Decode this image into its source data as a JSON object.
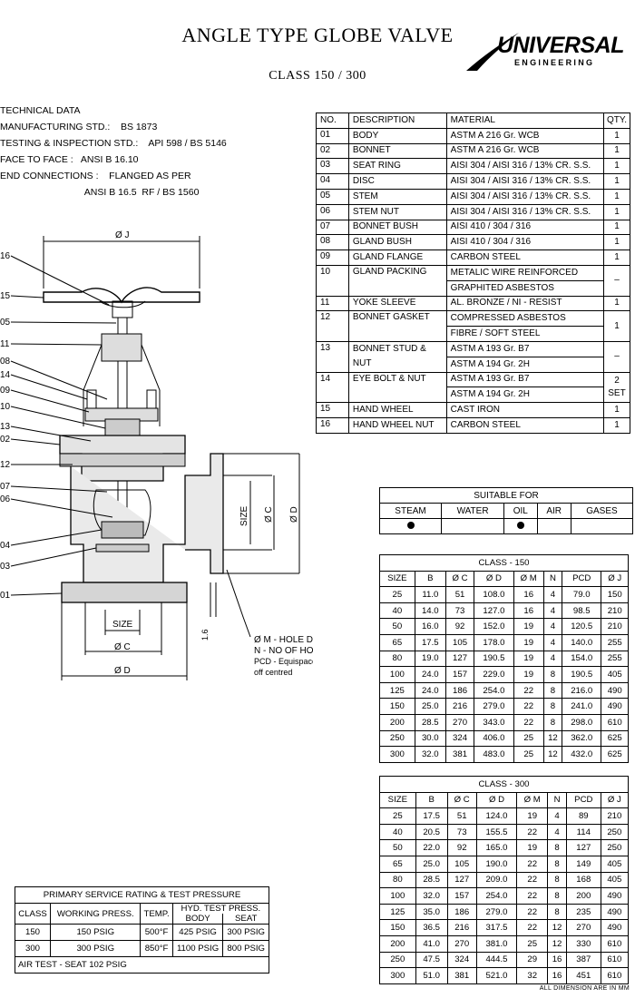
{
  "header": {
    "title": "ANGLE TYPE GLOBE VALVE",
    "subtitle": "CLASS   150  /  300",
    "logo_name": "UNIVERSAL",
    "logo_sub": "ENGINEERING"
  },
  "tech": {
    "heading": "TECHNICAL DATA",
    "lines": [
      "MANUFACTURING STD.:    BS 1873",
      "TESTING & INSPECTION STD.:    API 598 / BS 5146",
      "FACE TO FACE :   ANSI B 16.10",
      "END CONNECTIONS :    FLANGED AS PER",
      "                                ANSI B 16.5  RF / BS 1560"
    ]
  },
  "drawing": {
    "labels": {
      "oj": "Ø J",
      "size_right": "SIZE",
      "oc_right": "Ø C",
      "od_right": "Ø D",
      "size_bottom": "SIZE",
      "oc_bottom": "Ø C",
      "od_bottom": "Ø D",
      "b": "1.6",
      "hole1": "Ø M - HOLE DIA.",
      "hole2": "N - NO OF HOLE",
      "hole3": "PCD - Equispaced",
      "hole4": "off centred"
    },
    "callouts": [
      "16",
      "15",
      "05",
      "11",
      "08",
      "14",
      "09",
      "10",
      "13",
      "02",
      "12",
      "07",
      "06",
      "04",
      "03",
      "01"
    ]
  },
  "bom": {
    "headers": [
      "NO.",
      "DESCRIPTION",
      "MATERIAL",
      "QTY."
    ],
    "rows": [
      {
        "no": "01",
        "desc": [
          "BODY"
        ],
        "mat": [
          "ASTM A 216  Gr. WCB"
        ],
        "qty": "1"
      },
      {
        "no": "02",
        "desc": [
          "BONNET"
        ],
        "mat": [
          "ASTM A 216  Gr. WCB"
        ],
        "qty": "1"
      },
      {
        "no": "03",
        "desc": [
          "SEAT RING"
        ],
        "mat": [
          "AISI 304 / AISI 316 / 13% CR. S.S."
        ],
        "qty": "1"
      },
      {
        "no": "04",
        "desc": [
          "DISC"
        ],
        "mat": [
          "AISI 304 / AISI 316 / 13% CR. S.S."
        ],
        "qty": "1"
      },
      {
        "no": "05",
        "desc": [
          "STEM"
        ],
        "mat": [
          "AISI 304 / AISI 316 / 13% CR. S.S."
        ],
        "qty": "1"
      },
      {
        "no": "06",
        "desc": [
          "STEM NUT"
        ],
        "mat": [
          "AISI 304 / AISI 316 / 13% CR. S.S."
        ],
        "qty": "1"
      },
      {
        "no": "07",
        "desc": [
          "BONNET BUSH"
        ],
        "mat": [
          "AISI 410 / 304 / 316"
        ],
        "qty": "1"
      },
      {
        "no": "08",
        "desc": [
          "GLAND BUSH"
        ],
        "mat": [
          "AISI 410 / 304 / 316"
        ],
        "qty": "1"
      },
      {
        "no": "09",
        "desc": [
          "GLAND FLANGE"
        ],
        "mat": [
          "CARBON STEEL"
        ],
        "qty": "1"
      },
      {
        "no": "10",
        "desc": [
          "GLAND PACKING"
        ],
        "mat": [
          "METALIC WIRE REINFORCED",
          "GRAPHITED ASBESTOS"
        ],
        "qty": "–"
      },
      {
        "no": "11",
        "desc": [
          "YOKE SLEEVE"
        ],
        "mat": [
          "AL. BRONZE / NI - RESIST"
        ],
        "qty": "1"
      },
      {
        "no": "12",
        "desc": [
          "BONNET GASKET"
        ],
        "mat": [
          "COMPRESSED ASBESTOS",
          "FIBRE / SOFT STEEL"
        ],
        "qty": "1"
      },
      {
        "no": "13",
        "desc": [
          "BONNET STUD &",
          "NUT"
        ],
        "mat": [
          "ASTM A 193  Gr. B7",
          "ASTM A 194  Gr. 2H"
        ],
        "qty": "–"
      },
      {
        "no": "14",
        "desc": [
          "EYE BOLT & NUT"
        ],
        "mat": [
          "ASTM A 193  Gr. B7",
          "ASTM A 194  Gr. 2H"
        ],
        "qty": "2 SET"
      },
      {
        "no": "15",
        "desc": [
          "HAND WHEEL"
        ],
        "mat": [
          "CAST IRON"
        ],
        "qty": "1"
      },
      {
        "no": "16",
        "desc": [
          "HAND WHEEL NUT"
        ],
        "mat": [
          "CARBON STEEL"
        ],
        "qty": "1"
      }
    ]
  },
  "service": {
    "title": "SUITABLE FOR",
    "headers": [
      "STEAM",
      "WATER",
      "OIL",
      "AIR",
      "GASES"
    ],
    "marks": [
      true,
      false,
      true,
      false,
      false
    ]
  },
  "class150": {
    "title": "CLASS - 150",
    "headers": [
      "SIZE",
      "B",
      "Ø C",
      "Ø D",
      "Ø M",
      "N",
      "PCD",
      "Ø J"
    ],
    "rows": [
      [
        "25",
        "11.0",
        "51",
        "108.0",
        "16",
        "4",
        "79.0",
        "150"
      ],
      [
        "40",
        "14.0",
        "73",
        "127.0",
        "16",
        "4",
        "98.5",
        "210"
      ],
      [
        "50",
        "16.0",
        "92",
        "152.0",
        "19",
        "4",
        "120.5",
        "210"
      ],
      [
        "65",
        "17.5",
        "105",
        "178.0",
        "19",
        "4",
        "140.0",
        "255"
      ],
      [
        "80",
        "19.0",
        "127",
        "190.5",
        "19",
        "4",
        "154.0",
        "255"
      ],
      [
        "100",
        "24.0",
        "157",
        "229.0",
        "19",
        "8",
        "190.5",
        "405"
      ],
      [
        "125",
        "24.0",
        "186",
        "254.0",
        "22",
        "8",
        "216.0",
        "490"
      ],
      [
        "150",
        "25.0",
        "216",
        "279.0",
        "22",
        "8",
        "241.0",
        "490"
      ],
      [
        "200",
        "28.5",
        "270",
        "343.0",
        "22",
        "8",
        "298.0",
        "610"
      ],
      [
        "250",
        "30.0",
        "324",
        "406.0",
        "25",
        "12",
        "362.0",
        "625"
      ],
      [
        "300",
        "32.0",
        "381",
        "483.0",
        "25",
        "12",
        "432.0",
        "625"
      ]
    ]
  },
  "class300": {
    "title": "CLASS - 300",
    "headers": [
      "SIZE",
      "B",
      "Ø C",
      "Ø D",
      "Ø M",
      "N",
      "PCD",
      "Ø J"
    ],
    "rows": [
      [
        "25",
        "17.5",
        "51",
        "124.0",
        "19",
        "4",
        "89",
        "210"
      ],
      [
        "40",
        "20.5",
        "73",
        "155.5",
        "22",
        "4",
        "114",
        "250"
      ],
      [
        "50",
        "22.0",
        "92",
        "165.0",
        "19",
        "8",
        "127",
        "250"
      ],
      [
        "65",
        "25.0",
        "105",
        "190.0",
        "22",
        "8",
        "149",
        "405"
      ],
      [
        "80",
        "28.5",
        "127",
        "209.0",
        "22",
        "8",
        "168",
        "405"
      ],
      [
        "100",
        "32.0",
        "157",
        "254.0",
        "22",
        "8",
        "200",
        "490"
      ],
      [
        "125",
        "35.0",
        "186",
        "279.0",
        "22",
        "8",
        "235",
        "490"
      ],
      [
        "150",
        "36.5",
        "216",
        "317.5",
        "22",
        "12",
        "270",
        "490"
      ],
      [
        "200",
        "41.0",
        "270",
        "381.0",
        "25",
        "12",
        "330",
        "610"
      ],
      [
        "250",
        "47.5",
        "324",
        "444.5",
        "29",
        "16",
        "387",
        "610"
      ],
      [
        "300",
        "51.0",
        "381",
        "521.0",
        "32",
        "16",
        "451",
        "610"
      ]
    ]
  },
  "rating": {
    "title": "PRIMARY SERVICE RATING & TEST PRESSURE",
    "h_class": "CLASS",
    "h_working": "WORKING PRESS.",
    "h_temp": "TEMP.",
    "h_hyd": "HYD. TEST PRESS.",
    "h_body": "BODY",
    "h_seat": "SEAT",
    "rows": [
      [
        "150",
        "150  PSIG",
        "500°F",
        "425  PSIG",
        "300  PSIG"
      ],
      [
        "300",
        "300  PSIG",
        "850°F",
        "1100 PSIG",
        "800  PSIG"
      ]
    ],
    "air": "AIR TEST  -  SEAT     102  PSIG"
  },
  "footer": "ALL DIMENSION  ARE  IN  MM"
}
